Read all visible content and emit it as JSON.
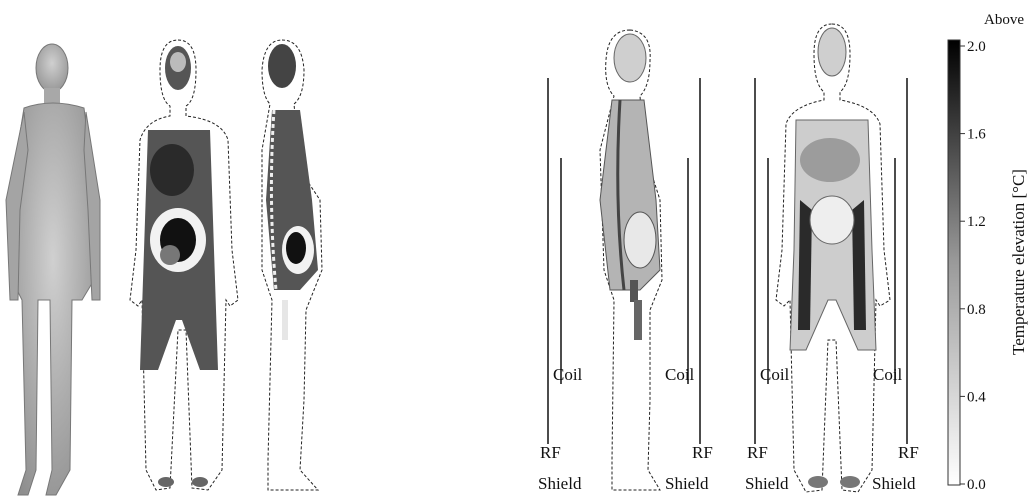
{
  "labels": {
    "coil": "Coil",
    "rf": "RF",
    "shield": "Shield"
  },
  "colorbar": {
    "title": "Temperature elevation [°C]",
    "top_note": "Above",
    "ticks": [
      "2.0",
      "1.6",
      "1.2",
      "0.8",
      "0.4",
      "0.0"
    ],
    "range": [
      0.0,
      2.0
    ],
    "color_top": "#000000",
    "color_bottom": "#ffffff"
  }
}
